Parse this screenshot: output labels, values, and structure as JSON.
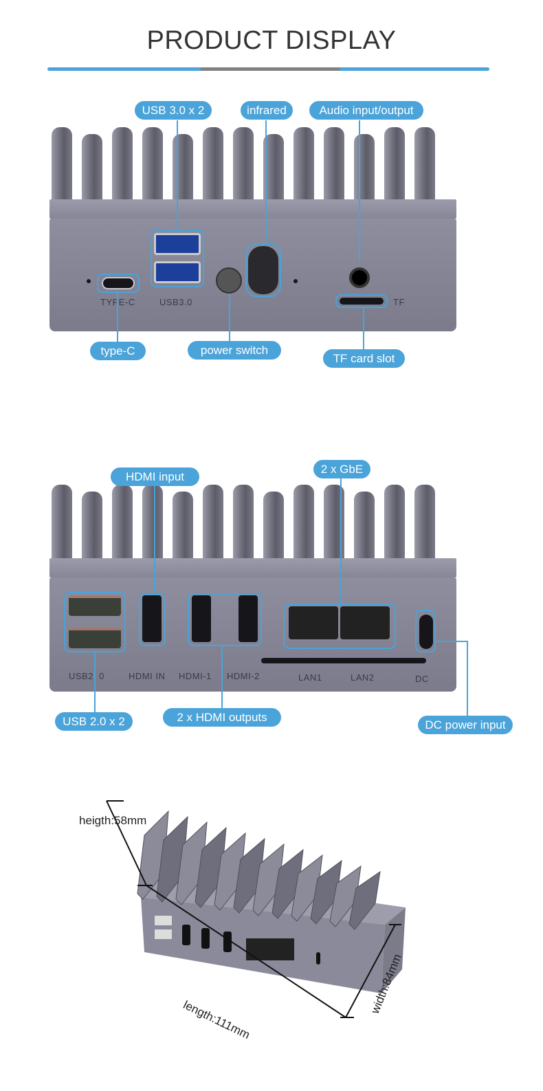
{
  "header": {
    "title": "PRODUCT DISPLAY",
    "colors": {
      "accent": "#4aa3d9",
      "divider_mid": "#808080"
    }
  },
  "front_view": {
    "callouts": {
      "usb3": "USB 3.0 x 2",
      "infrared": "infrared",
      "audio": "Audio input/output",
      "typec": "type-C",
      "power": "power switch",
      "tf": "TF card slot"
    },
    "panel_labels": {
      "typec": "TYPE-C",
      "usb3": "USB3.0",
      "tf": "TF"
    }
  },
  "rear_view": {
    "callouts": {
      "hdmi_in": "HDMI input",
      "gbe": "2 x GbE",
      "usb2": "USB 2.0 x 2",
      "hdmi_out": "2 x HDMI outputs",
      "dc": "DC power input"
    },
    "panel_labels": {
      "usb2": "USB2. 0",
      "hdmi_in": "HDMI IN",
      "hdmi1": "HDMI-1",
      "hdmi2": "HDMI-2",
      "lan1": "LAN1",
      "lan2": "LAN2",
      "dc": "DC"
    }
  },
  "dimensions": {
    "height": "heigth:58mm",
    "length": "length:111mm",
    "width": "width:84mm"
  }
}
